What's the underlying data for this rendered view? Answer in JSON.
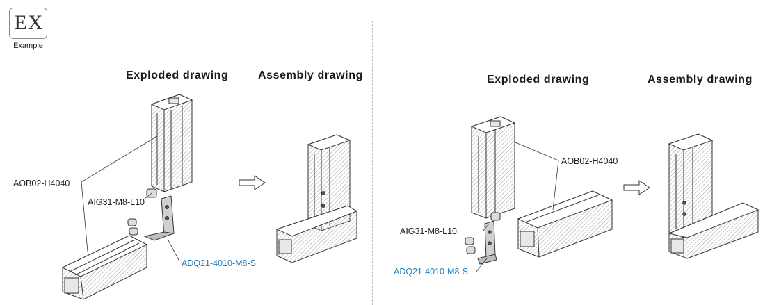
{
  "badge": {
    "text": "EX",
    "caption": "Example"
  },
  "left_panel": {
    "exploded_title": "Exploded drawing",
    "assembly_title": "Assembly drawing",
    "labels": {
      "profile": "AOB02-H4040",
      "bolt": "AIG31-M8-L10",
      "bracket": "ADQ21-4010-M8-S"
    }
  },
  "right_panel": {
    "exploded_title": "Exploded drawing",
    "assembly_title": "Assembly drawing",
    "labels": {
      "profile": "AOB02-H4040",
      "bolt": "AIG31-M8-L10",
      "bracket": "ADQ21-4010-M8-S"
    }
  },
  "colors": {
    "part_number_accent": "#1d7fc0",
    "line_art": "#333333",
    "divider": "#b9b9b9"
  }
}
